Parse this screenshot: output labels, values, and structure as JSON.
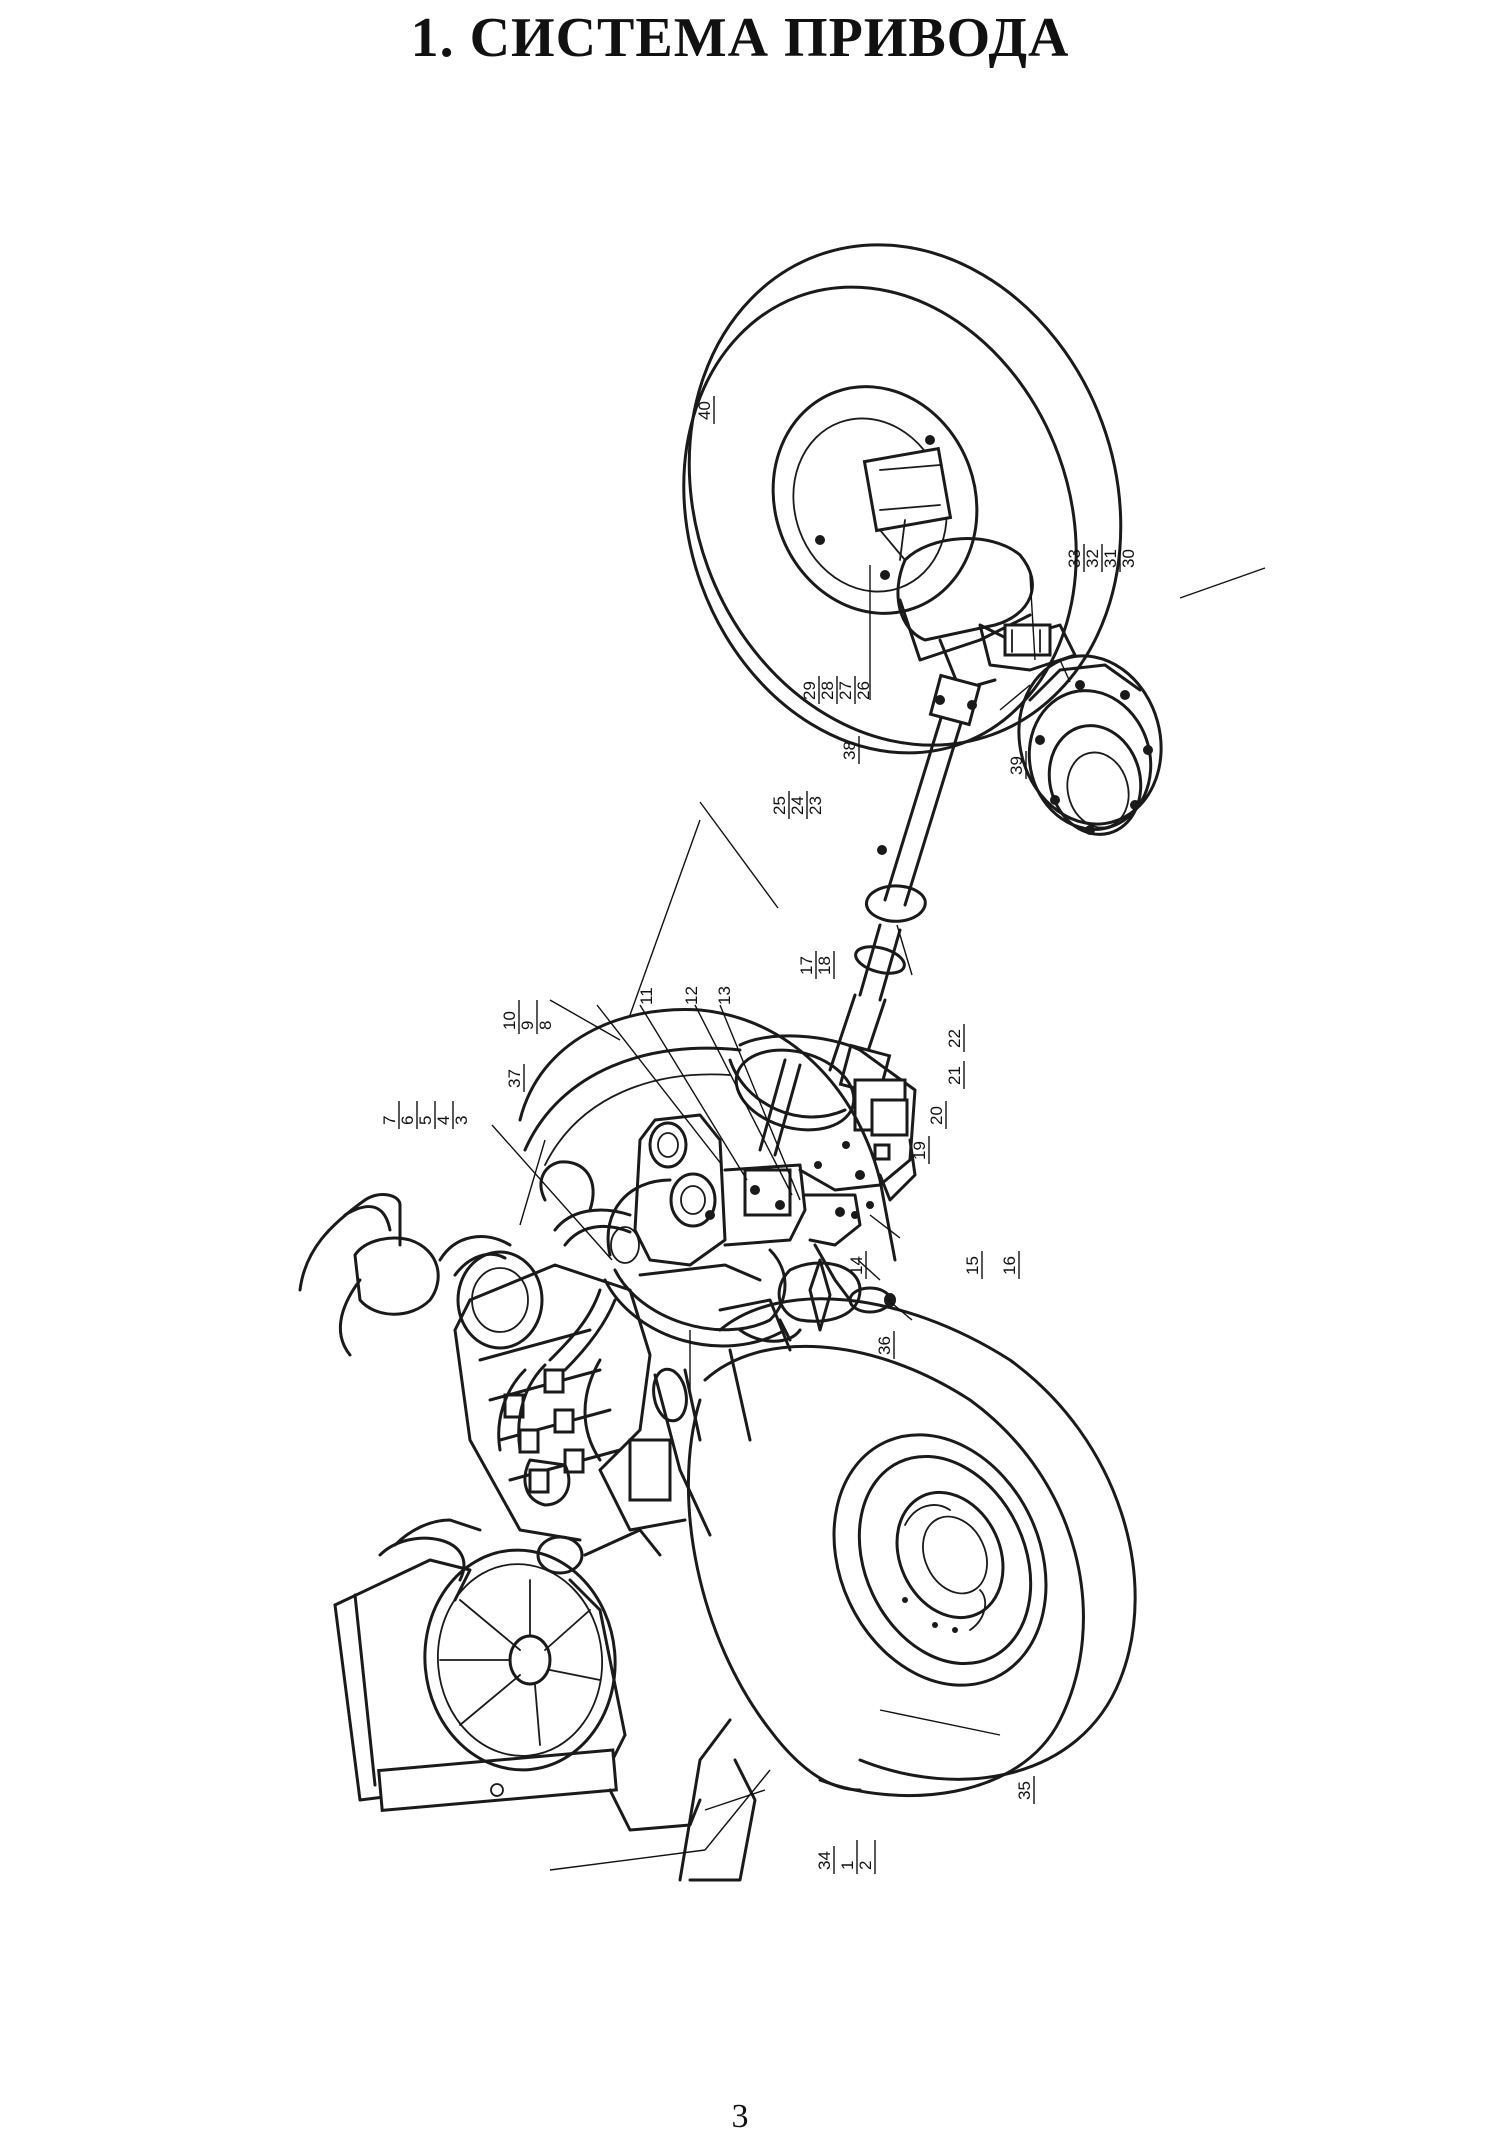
{
  "title": "1. СИСТЕМА ПРИВОДА",
  "page_number": "3",
  "callouts": [
    {
      "id": "c1",
      "lines": [
        "1",
        "2"
      ]
    },
    {
      "id": "c3",
      "lines": [
        "7",
        "6",
        "5",
        "4",
        "3"
      ]
    },
    {
      "id": "c8",
      "lines": [
        "10",
        "9",
        "8"
      ]
    },
    {
      "id": "c11",
      "lines": [
        "11"
      ]
    },
    {
      "id": "c12",
      "lines": [
        "12"
      ]
    },
    {
      "id": "c13",
      "lines": [
        "13"
      ]
    },
    {
      "id": "c14",
      "lines": [
        "14"
      ]
    },
    {
      "id": "c15",
      "lines": [
        "15"
      ]
    },
    {
      "id": "c16",
      "lines": [
        "16"
      ]
    },
    {
      "id": "c17",
      "lines": [
        "17",
        "18"
      ]
    },
    {
      "id": "c19",
      "lines": [
        "19"
      ]
    },
    {
      "id": "c20",
      "lines": [
        "20"
      ]
    },
    {
      "id": "c21",
      "lines": [
        "21"
      ]
    },
    {
      "id": "c22",
      "lines": [
        "22"
      ]
    },
    {
      "id": "c23",
      "lines": [
        "25",
        "24",
        "23"
      ]
    },
    {
      "id": "c26",
      "lines": [
        "29",
        "28",
        "27",
        "26"
      ]
    },
    {
      "id": "c30",
      "lines": [
        "33",
        "32",
        "31",
        "30"
      ]
    },
    {
      "id": "c34",
      "lines": [
        "34"
      ]
    },
    {
      "id": "c35",
      "lines": [
        "35"
      ]
    },
    {
      "id": "c36",
      "lines": [
        "36"
      ]
    },
    {
      "id": "c37",
      "lines": [
        "37"
      ]
    },
    {
      "id": "c38",
      "lines": [
        "38"
      ]
    },
    {
      "id": "c39",
      "lines": [
        "39"
      ]
    },
    {
      "id": "c40",
      "lines": [
        "40"
      ]
    }
  ]
}
